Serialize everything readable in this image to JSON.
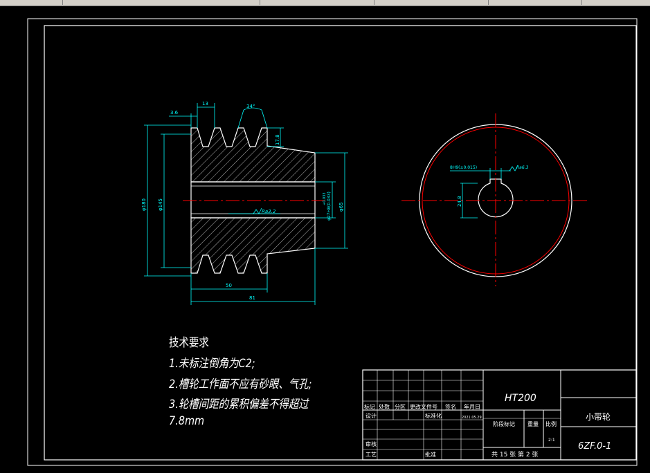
{
  "tech_requirements": {
    "title": "技术要求",
    "items": [
      "1.未标注倒角为C2;",
      "2.槽轮工作面不应有砂眼、气孔;",
      "3.轮槽间距的累积偏差不得超过",
      "7.8mm"
    ]
  },
  "dimensions": {
    "groove_top": "3.6",
    "groove_pitch": "13",
    "groove_angle": "34°",
    "groove_depth": "17.8",
    "outer_dia": "φ180",
    "inner_dia": "φ145",
    "hub_dia": "φ65",
    "bore_dia": "φ27H8(0.033)",
    "bore_tol": "+0.033",
    "width_50": "50",
    "width_81": "81",
    "roughness_bore": "Ra3.2",
    "key_width": "8H9(±0.015)",
    "key_rough": "Ra6.3",
    "key_depth": "24.8"
  },
  "title_block": {
    "material": "HT200",
    "part_name": "小带轮",
    "drawing_no": "6ZF.0-1",
    "row_headers": [
      "标记",
      "处数",
      "分区",
      "更改文件号",
      "签名",
      "年月日"
    ],
    "design_label": "设计",
    "standard_label": "标准化",
    "date_value": "2021.05.29",
    "stage_label": "阶段标记",
    "weight_label": "重量",
    "scale_label": "比例",
    "scale_value": "2:1",
    "review_label": "审核",
    "process_label": "工艺",
    "approve_label": "批准",
    "sheets": "共 15 张 第 2 张"
  },
  "colors": {
    "background": "#000000",
    "line": "#ffffff",
    "dimension": "#00ffff",
    "centerline": "#ff0000"
  }
}
